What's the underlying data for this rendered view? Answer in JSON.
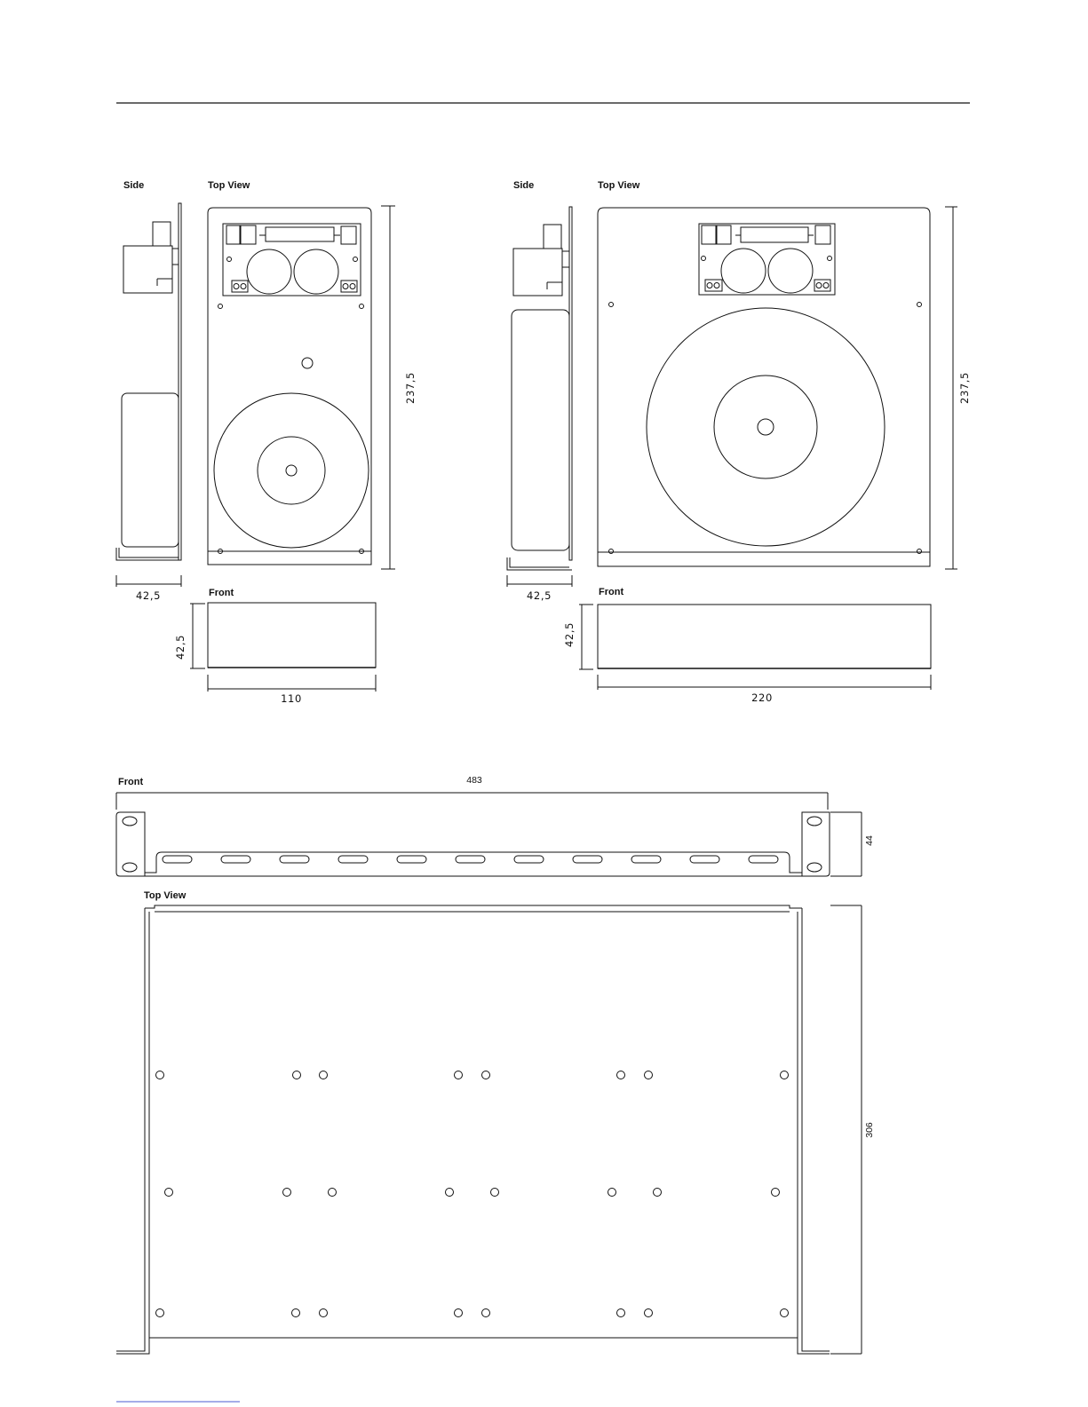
{
  "units_a": {
    "side_label": "Side",
    "top_view_label": "Top View",
    "front_label": "Front",
    "dim_height": "237,5",
    "dim_depth": "42,5",
    "dim_front_height": "42,5",
    "dim_width": "110"
  },
  "units_b": {
    "side_label": "Side",
    "top_view_label": "Top View",
    "front_label": "Front",
    "dim_height": "237,5",
    "dim_depth": "42,5",
    "dim_front_height": "42,5",
    "dim_width": "220"
  },
  "rack": {
    "front_label": "Front",
    "top_view_label": "Top View",
    "dim_width": "483",
    "dim_height": "44",
    "dim_depth": "306"
  }
}
